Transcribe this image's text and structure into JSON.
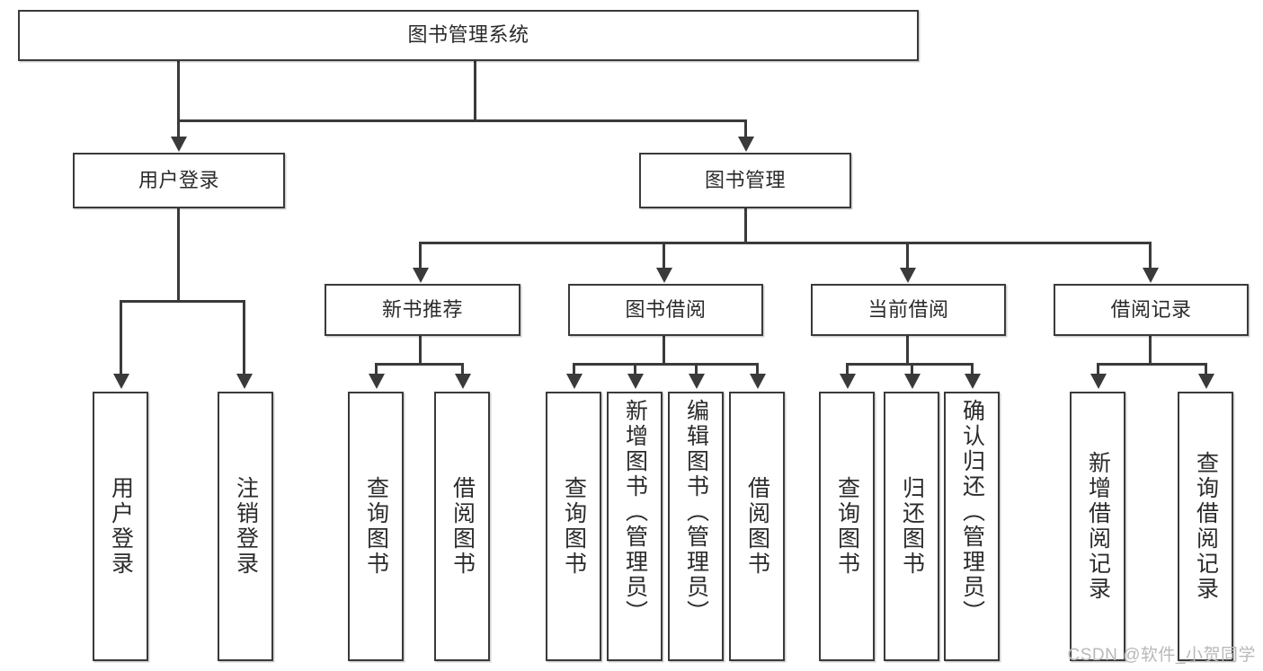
{
  "diagram": {
    "title": "图书管理系统",
    "type": "tree-hierarchy-diagram",
    "colors": {
      "line": "#3a3a3a",
      "box_fill": "#ffffff",
      "text": "#2b2b2b",
      "watermark": "#b9b9b9"
    }
  },
  "root": {
    "label": "图书管理系统"
  },
  "level2": [
    {
      "label": "用户登录"
    },
    {
      "label": "图书管理"
    }
  ],
  "level3": [
    {
      "label": "新书推荐"
    },
    {
      "label": "图书借阅"
    },
    {
      "label": "当前借阅"
    },
    {
      "label": "借阅记录"
    }
  ],
  "leaves": [
    {
      "label": "用户登录"
    },
    {
      "label": "注销登录"
    },
    {
      "label": "查询图书"
    },
    {
      "label": "借阅图书"
    },
    {
      "label": "查询图书"
    },
    {
      "label": "新增图书（管理员）"
    },
    {
      "label": "编辑图书（管理员）"
    },
    {
      "label": "借阅图书"
    },
    {
      "label": "查询图书"
    },
    {
      "label": "归还图书"
    },
    {
      "label": "确认归还（管理员）"
    },
    {
      "label": "新增借阅记录"
    },
    {
      "label": "查询借阅记录"
    }
  ],
  "watermark": {
    "text": "CSDN @软件_小贺同学"
  }
}
